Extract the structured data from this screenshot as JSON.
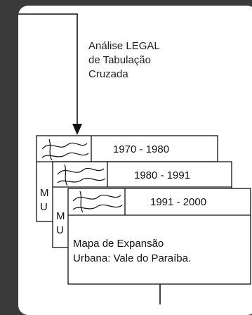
{
  "flow": {
    "input_label_lines": [
      "Análise LEGAL",
      "de Tabulação",
      "Cruzada"
    ]
  },
  "maps": [
    {
      "period": "1970 - 1980",
      "desc_fragment": [
        "M",
        "U"
      ]
    },
    {
      "period": "1980 - 1991",
      "desc_fragment": [
        "M",
        "U"
      ]
    },
    {
      "period": "1991 - 2000",
      "desc_lines": [
        "Mapa de Expansão",
        "Urbana: Vale do Paraíba."
      ]
    }
  ]
}
